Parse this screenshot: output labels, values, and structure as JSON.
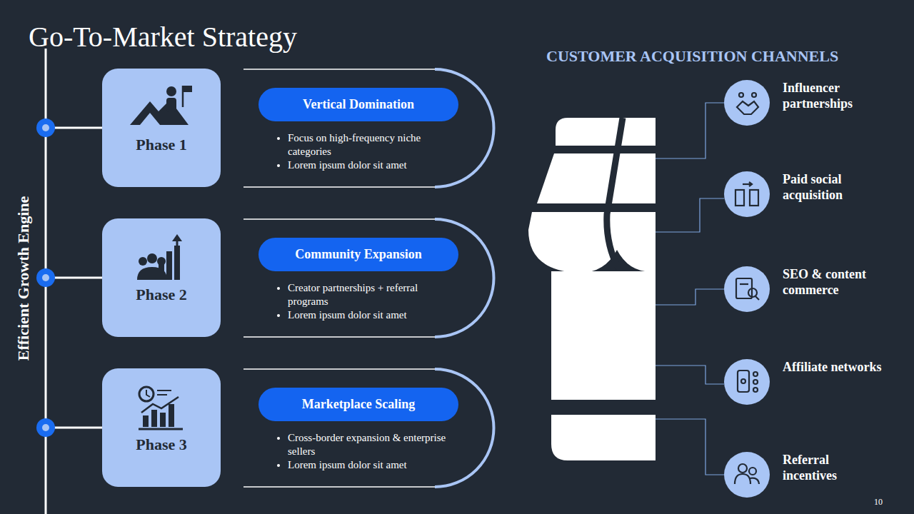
{
  "diagram": {
    "title": "Go-To-Market Strategy",
    "nodes": [
      {
        "text": [
          "Phase 1"
        ]
      },
      {
        "text": [
          "Focus on high-frequency niche categories",
          "Lorem ipsum dolor sit amet"
        ]
      },
      {
        "text": [
          "Vertical Domination"
        ],
        "in": 1
      },
      {
        "text": [
          "Phase 2"
        ]
      },
      {
        "text": [
          "Creator partnerships + referral programs",
          "Lorem ipsum dolor sit amet"
        ]
      },
      {
        "text": [
          "Community Expansion"
        ],
        "in": 4
      },
      {
        "text": [
          "Phase 3"
        ]
      },
      {
        "text": [
          "Cross-border expansion & enterprise sellers",
          "Lorem ipsum dolor sit amet"
        ]
      },
      {
        "text": [
          "Marketplace Scaling"
        ],
        "in": 7
      },
      {
        "text": [
          "Influencer partnerships"
        ]
      },
      {
        "text": [
          "Paid social acquisition"
        ]
      },
      {
        "text": [
          "SEO & content commerce"
        ]
      },
      {
        "text": [
          "Affiliate networks"
        ]
      },
      {
        "text": [
          "Referral incentives"
        ]
      }
    ],
    "labels": [
      "Efficient Growth Engine",
      "CUSTOMER ACQUISITION CHANNELS",
      "10"
    ]
  }
}
